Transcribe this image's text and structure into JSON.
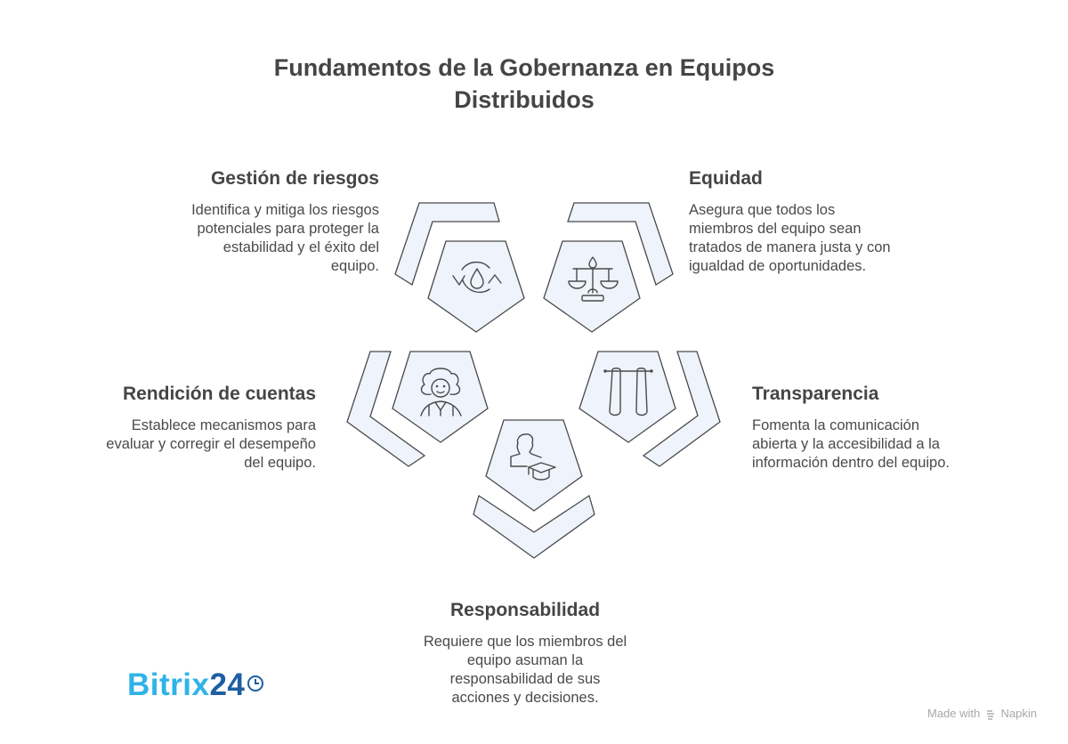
{
  "title": {
    "line1": "Fundamentos de la Gobernanza en Equipos",
    "line2": "Distribuidos"
  },
  "colors": {
    "shape_fill": "#eef3fc",
    "shape_stroke": "#4a4a4a",
    "text_dark": "#454545",
    "logo_light": "#2fb3e8",
    "logo_dark": "#1d5fa3",
    "footer": "#a8a8a8"
  },
  "items": [
    {
      "heading": "Gestión de riesgos",
      "description": [
        "Identifica y mitiga los riesgos",
        "potenciales para proteger la",
        "estabilidad y el éxito del",
        "equipo."
      ],
      "icon": "water-cycle-icon"
    },
    {
      "heading": "Equidad",
      "description": [
        "Asegura que todos los",
        "miembros del equipo sean",
        "tratados de manera justa y con",
        "igualdad de oportunidades."
      ],
      "icon": "scales-icon"
    },
    {
      "heading": "Rendición de cuentas",
      "description": [
        "Establece mecanismos para",
        "evaluar y corregir el desempeño",
        "del equipo."
      ],
      "icon": "judge-icon"
    },
    {
      "heading": "Transparencia",
      "description": [
        "Fomenta la comunicación",
        "abierta y la accesibilidad a la",
        "información dentro del equipo."
      ],
      "icon": "curtains-icon"
    },
    {
      "heading": "Responsabilidad",
      "description": [
        "Requiere que los miembros del",
        "equipo asuman la",
        "responsabilidad de sus",
        "acciones y decisiones."
      ],
      "icon": "graduate-icon"
    }
  ],
  "logo": {
    "part1": "Bitrix",
    "part2": "24"
  },
  "footer": {
    "made_with": "Made with",
    "brand": "Napkin"
  }
}
